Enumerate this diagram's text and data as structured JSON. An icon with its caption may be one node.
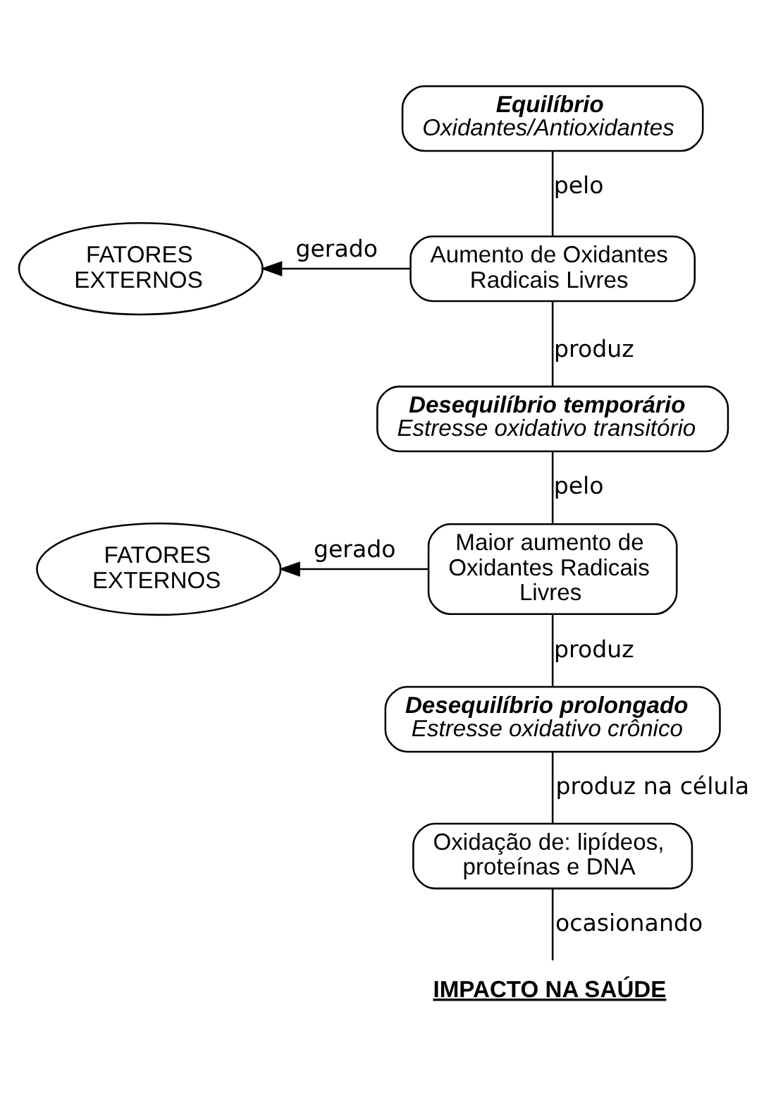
{
  "diagram": {
    "nodes": [
      {
        "text": [
          "Equilíbrio",
          "Oxidantes/Antioxidantes"
        ]
      },
      {
        "text": [
          "FATORES EXTERNOS"
        ]
      },
      {
        "text": [
          "Aumento de Oxidantes Radicais Livres"
        ]
      },
      {
        "text": [
          "Desequilíbrio temporário",
          "Estresse oxidativo transitório"
        ]
      },
      {
        "text": [
          "FATORES EXTERNOS"
        ]
      },
      {
        "text": [
          "Maior aumento de Oxidantes Radicais Livres"
        ]
      },
      {
        "text": [
          "Desequilíbrio prolongado",
          "Estresse oxidativo crônico"
        ]
      },
      {
        "text": [
          "Oxidação de: lipídeos, proteínas e DNA"
        ]
      },
      {
        "text": [
          "IMPACTO NA SAÚDE"
        ]
      }
    ],
    "edges": [
      {
        "from": 0,
        "to": 2,
        "arrow": "none",
        "label": "pelo"
      },
      {
        "from": 2,
        "to": 1,
        "arrow": "to",
        "label": "gerado"
      },
      {
        "from": 2,
        "to": 3,
        "arrow": "none",
        "label": "produz"
      },
      {
        "from": 3,
        "to": 5,
        "arrow": "none",
        "label": "pelo"
      },
      {
        "from": 5,
        "to": 4,
        "arrow": "to",
        "label": "gerado"
      },
      {
        "from": 5,
        "to": 6,
        "arrow": "none",
        "label": "produz"
      },
      {
        "from": 6,
        "to": 7,
        "arrow": "none",
        "label": "produz na célula"
      },
      {
        "from": 7,
        "to": 8,
        "arrow": "none",
        "label": "ocasionando"
      }
    ]
  }
}
